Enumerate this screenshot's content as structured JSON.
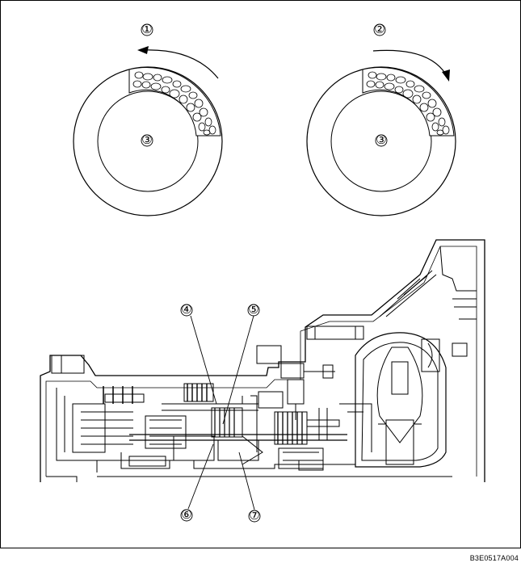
{
  "callouts": [
    {
      "id": "c1",
      "label": "①",
      "meaning": "rotation direction 1"
    },
    {
      "id": "c2",
      "label": "②",
      "meaning": "rotation direction 2"
    },
    {
      "id": "c3a",
      "label": "③",
      "meaning": "disc center"
    },
    {
      "id": "c3b",
      "label": "③",
      "meaning": "disc center"
    },
    {
      "id": "c4",
      "label": "④"
    },
    {
      "id": "c5",
      "label": "⑤"
    },
    {
      "id": "c6",
      "label": "⑥"
    },
    {
      "id": "c7",
      "label": "⑦"
    }
  ],
  "figure_code": "B3E0517A004",
  "colors": {
    "line": "#000000",
    "background": "#ffffff",
    "hatch": "#000000"
  }
}
